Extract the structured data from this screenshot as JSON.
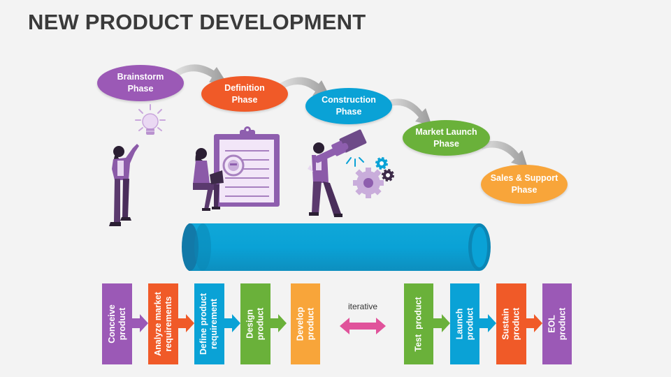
{
  "title": "NEW PRODUCT DEVELOPMENT",
  "phases": [
    {
      "label": "Brainstorm\nPhase",
      "color": "#9b59b6"
    },
    {
      "label": "Definition\nPhase",
      "color": "#f05a28"
    },
    {
      "label": "Construction\nPhase",
      "color": "#0aa2d6"
    },
    {
      "label": "Market Launch\nPhase",
      "color": "#6ab13a"
    },
    {
      "label": "Sales & Support\nPhase",
      "color": "#f8a53a"
    }
  ],
  "steps": [
    {
      "label": "Conceive\nproduct",
      "color": "#9b59b6"
    },
    {
      "label": "Analyze market\nrequirements",
      "color": "#f05a28"
    },
    {
      "label": "Define product\nrequirement",
      "color": "#0aa2d6"
    },
    {
      "label": "Design\nproduct",
      "color": "#6ab13a"
    },
    {
      "label": "Develop\nproduct",
      "color": "#f8a53a"
    },
    {
      "label": "Test  product",
      "color": "#6ab13a"
    },
    {
      "label": "Launch\nproduct",
      "color": "#0aa2d6"
    },
    {
      "label": "Sustain\nproduct",
      "color": "#f05a28"
    },
    {
      "label": "EOL\nproduct",
      "color": "#9b59b6"
    }
  ],
  "iterative_label": "iterative",
  "colors": {
    "purple": "#9b59b6",
    "orange": "#f05a28",
    "blue": "#0aa2d6",
    "green": "#6ab13a",
    "yellow": "#f8a53a",
    "pink": "#e0539b",
    "dark_purple": "#5b3a6e"
  }
}
